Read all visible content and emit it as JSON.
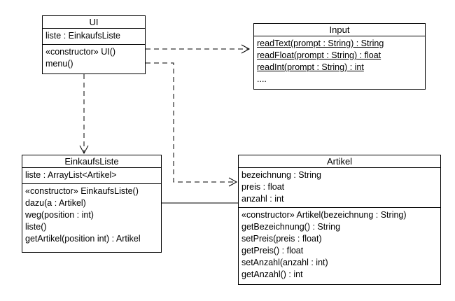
{
  "classes": {
    "ui": {
      "name": "UI",
      "attributes": [
        "liste : EinkaufsListe"
      ],
      "operations": [
        "«constructor» UI()",
        "menu()"
      ]
    },
    "input": {
      "name": "Input",
      "operations": [
        "readText(prompt : String) : String",
        "readFloat(prompt : String) : float",
        "readInt(prompt : String) : int",
        "...."
      ]
    },
    "einkaufsliste": {
      "name": "EinkaufsListe",
      "attributes": [
        "liste : ArrayList<Artikel>"
      ],
      "operations": [
        "«constructor» EinkaufsListe()",
        "dazu(a : Artikel)",
        "weg(position : int)",
        "liste()",
        "getArtikel(position int) : Artikel"
      ]
    },
    "artikel": {
      "name": "Artikel",
      "attributes": [
        "bezeichnung : String",
        "preis : float",
        "anzahl : int"
      ],
      "operations": [
        "«constructor» Artikel(bezeichnung : String)",
        "getBezeichnung() : String",
        "setPreis(preis : float)",
        "getPreis() : float",
        "setAnzahl(anzahl : int)",
        "getAnzahl() : int"
      ]
    }
  },
  "relationships": [
    {
      "from": "UI",
      "to": "Input",
      "kind": "dependency"
    },
    {
      "from": "UI",
      "to": "EinkaufsListe",
      "kind": "dependency"
    },
    {
      "from": "UI",
      "to": "Artikel",
      "kind": "dependency"
    },
    {
      "from": "EinkaufsListe",
      "to": "Artikel",
      "kind": "association"
    }
  ]
}
